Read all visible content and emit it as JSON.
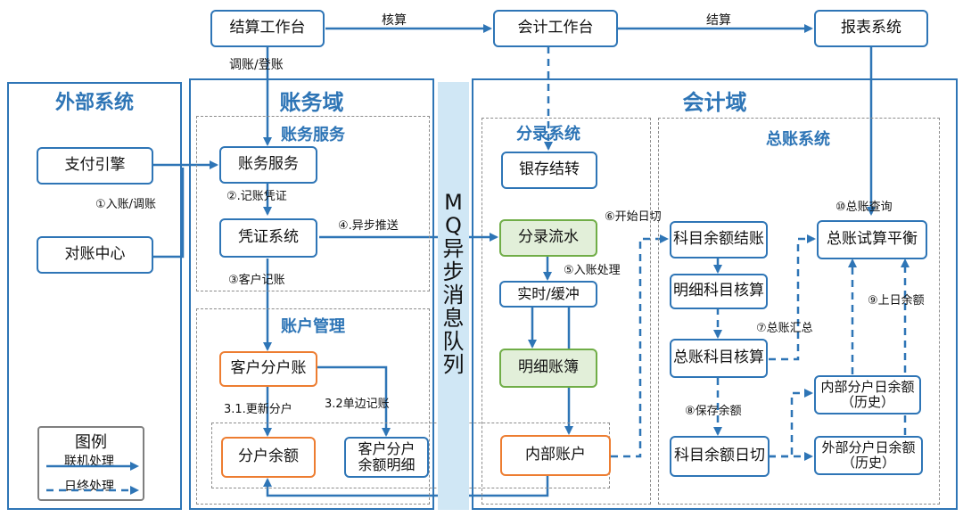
{
  "top": {
    "settlement_workbench": "结算工作台",
    "accounting_workbench": "会计工作台",
    "report_system": "报表系统",
    "arrow_check": "核算",
    "arrow_settle": "结算",
    "arrow_adjust_post": "调账/登账"
  },
  "regions": {
    "external": "外部系统",
    "ledger_domain": "账务域",
    "accounting_domain": "会计域"
  },
  "external": {
    "payment_engine": "支付引擎",
    "reconciliation_center": "对账中心",
    "label_post_adjust": "①入账/调账"
  },
  "ledger": {
    "service_title": "账务服务",
    "service_box": "账务服务",
    "voucher_system": "凭证系统",
    "account_mgmt_title": "账户管理",
    "customer_sub_ledger": "客户分户账",
    "sub_balance": "分户余额",
    "customer_sub_balance_detail": "客户分户余额明细",
    "label_record_voucher": "②.记账凭证",
    "label_customer_post": "③客户记账",
    "label_async_push": "④.异步推送",
    "label_update_sub": "3.1.更新分户",
    "label_single_entry": "3.2单边记账"
  },
  "mq": {
    "chars": [
      "M",
      "Q",
      "异",
      "步",
      "消",
      "息",
      "队",
      "列"
    ]
  },
  "entry": {
    "title": "分录系统",
    "bank_carry": "银存结转",
    "entry_flow": "分录流水",
    "realtime_buffer": "实时/缓冲",
    "detail_ledger": "明细账簿",
    "internal_account": "内部账户",
    "label_entry_process": "⑤入账处理",
    "label_day_cut": "⑥开始日切"
  },
  "gl": {
    "title": "总账系统",
    "subject_balance_close": "科目余额结账",
    "detail_subject_accounting": "明细科目核算",
    "gl_subject_accounting": "总账科目核算",
    "subject_balance_day_cut": "科目余额日切",
    "gl_trial_balance": "总账试算平衡",
    "internal_sub_daily_balance": "内部分户日余额（历史）",
    "external_sub_daily_balance": "外部分户日余额（历史）",
    "label_gl_summary": "⑦总账汇总",
    "label_save_balance": "⑧保存余额",
    "label_prev_day_balance": "⑨上日余额",
    "label_gl_query": "⑩总账查询"
  },
  "legend": {
    "title": "图例",
    "online": "联机处理",
    "eod": "日终处理"
  },
  "colors": {
    "blue": "#2e75b6",
    "green_border": "#70ad47",
    "green_fill": "#e2efd9",
    "orange": "#ed7d31",
    "mq_fill": "#d0e7f5"
  }
}
